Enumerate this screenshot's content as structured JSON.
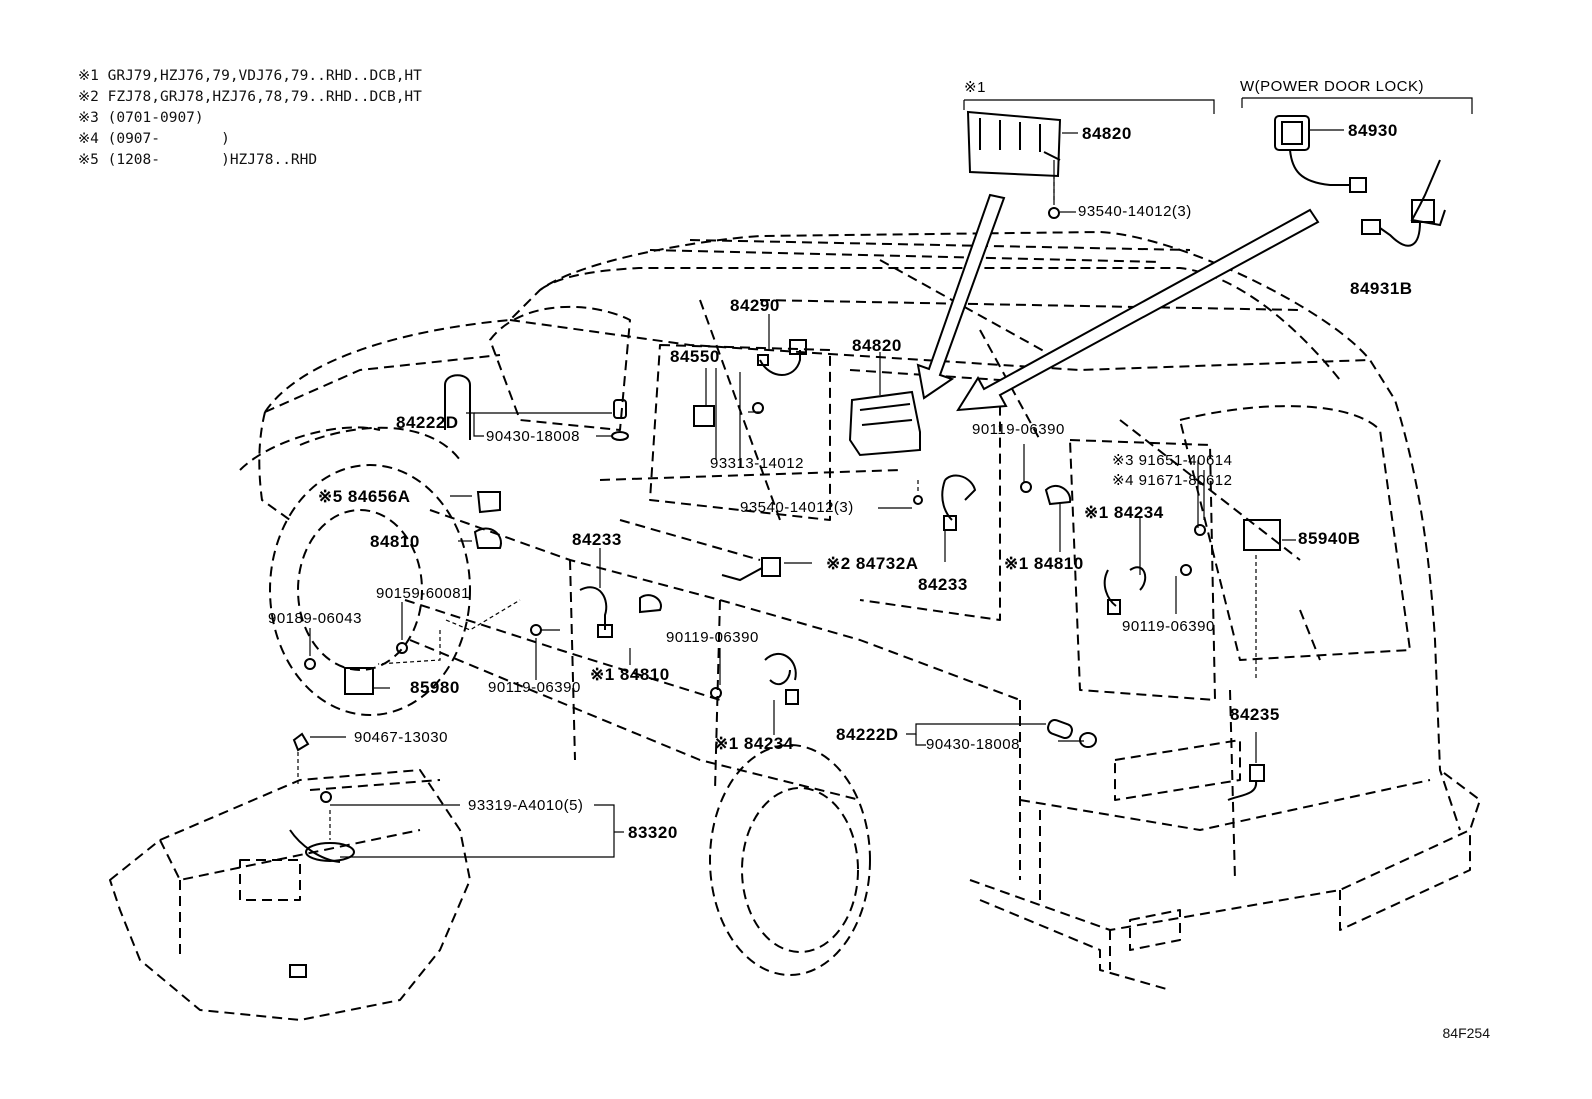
{
  "notes": [
    "※1 GRJ79,HZJ76,79,VDJ76,79..RHD..DCB,HT",
    "※2 FZJ78,GRJ78,HZJ76,78,79..RHD..DCB,HT",
    "※3 (0701-0907)",
    "※4 (0907-       )",
    "※5 (1208-       )HZJ78..RHD"
  ],
  "groups": {
    "g1": "※1",
    "power_door_lock": "W(POWER DOOR LOCK)"
  },
  "labels": {
    "p84820_top": "84820",
    "p93540_top": "93540-14012(3)",
    "p84930": "84930",
    "p84931b": "84931B",
    "p84290": "84290",
    "p84550": "84550",
    "p84820_mid": "84820",
    "p84222d_top": "84222D",
    "p90430_top": "90430-18008",
    "p93313": "93313-14012",
    "p90119_top": "90119-06390",
    "p91651": "※3 91651-40614",
    "p91671": "※4 91671-80612",
    "p84656a": "※5 84656A",
    "p93540_mid": "93540-14012(3)",
    "p84234_right": "※1 84234",
    "p85940b": "85940B",
    "p84810_left": "84810",
    "p84233_mid": "84233",
    "p84732a": "※2 84732A",
    "p84233_center": "84233",
    "p84810_center": "※1 84810",
    "p90159": "90159-60081",
    "p90189": "90189-06043",
    "p90119_rmid": "90119-06390",
    "p90119_center": "90119-06390",
    "p85980": "85980",
    "p90119_left": "90119-06390",
    "p84810_lower": "※1 84810",
    "p84235": "84235",
    "p84222d_low": "84222D",
    "p90430_low": "90430-18008",
    "p84234_low": "※1 84234",
    "p90467": "90467-13030",
    "p93319": "93319-A4010(5)",
    "p83320": "83320"
  },
  "figure_ref": "84F254"
}
